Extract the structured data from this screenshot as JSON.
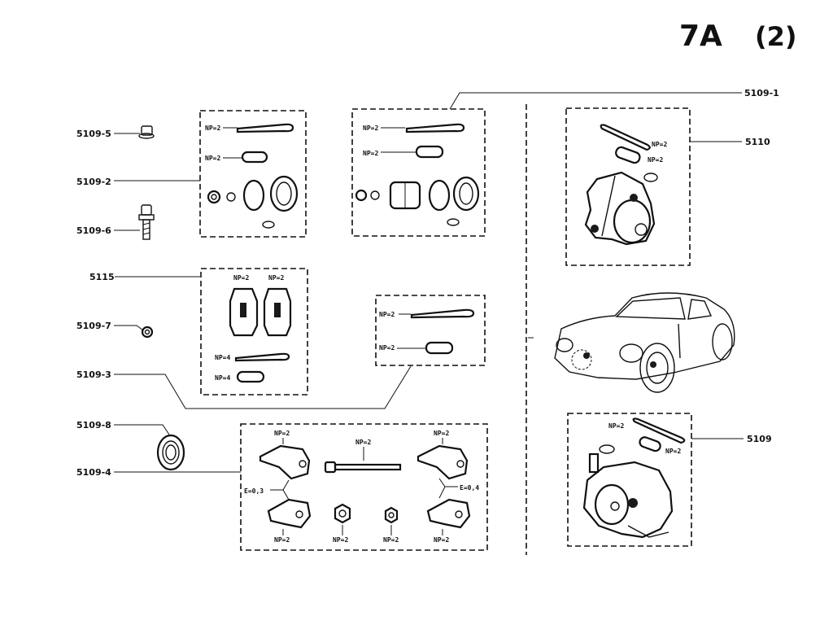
{
  "page": {
    "number": "7A",
    "suffix": "(2)"
  },
  "refs": {
    "r5109_5": "5109-5",
    "r5109_2": "5109-2",
    "r5109_6": "5109-6",
    "r5115": "5115",
    "r5109_7": "5109-7",
    "r5109_3": "5109-3",
    "r5109_8": "5109-8",
    "r5109_4": "5109-4",
    "r5109_1": "5109-1",
    "r5110": "5110",
    "r5109": "5109"
  },
  "qty": {
    "np2": "NP=2",
    "np4": "NP=4",
    "e03": "E=0,3",
    "e04": "E=0,4"
  }
}
